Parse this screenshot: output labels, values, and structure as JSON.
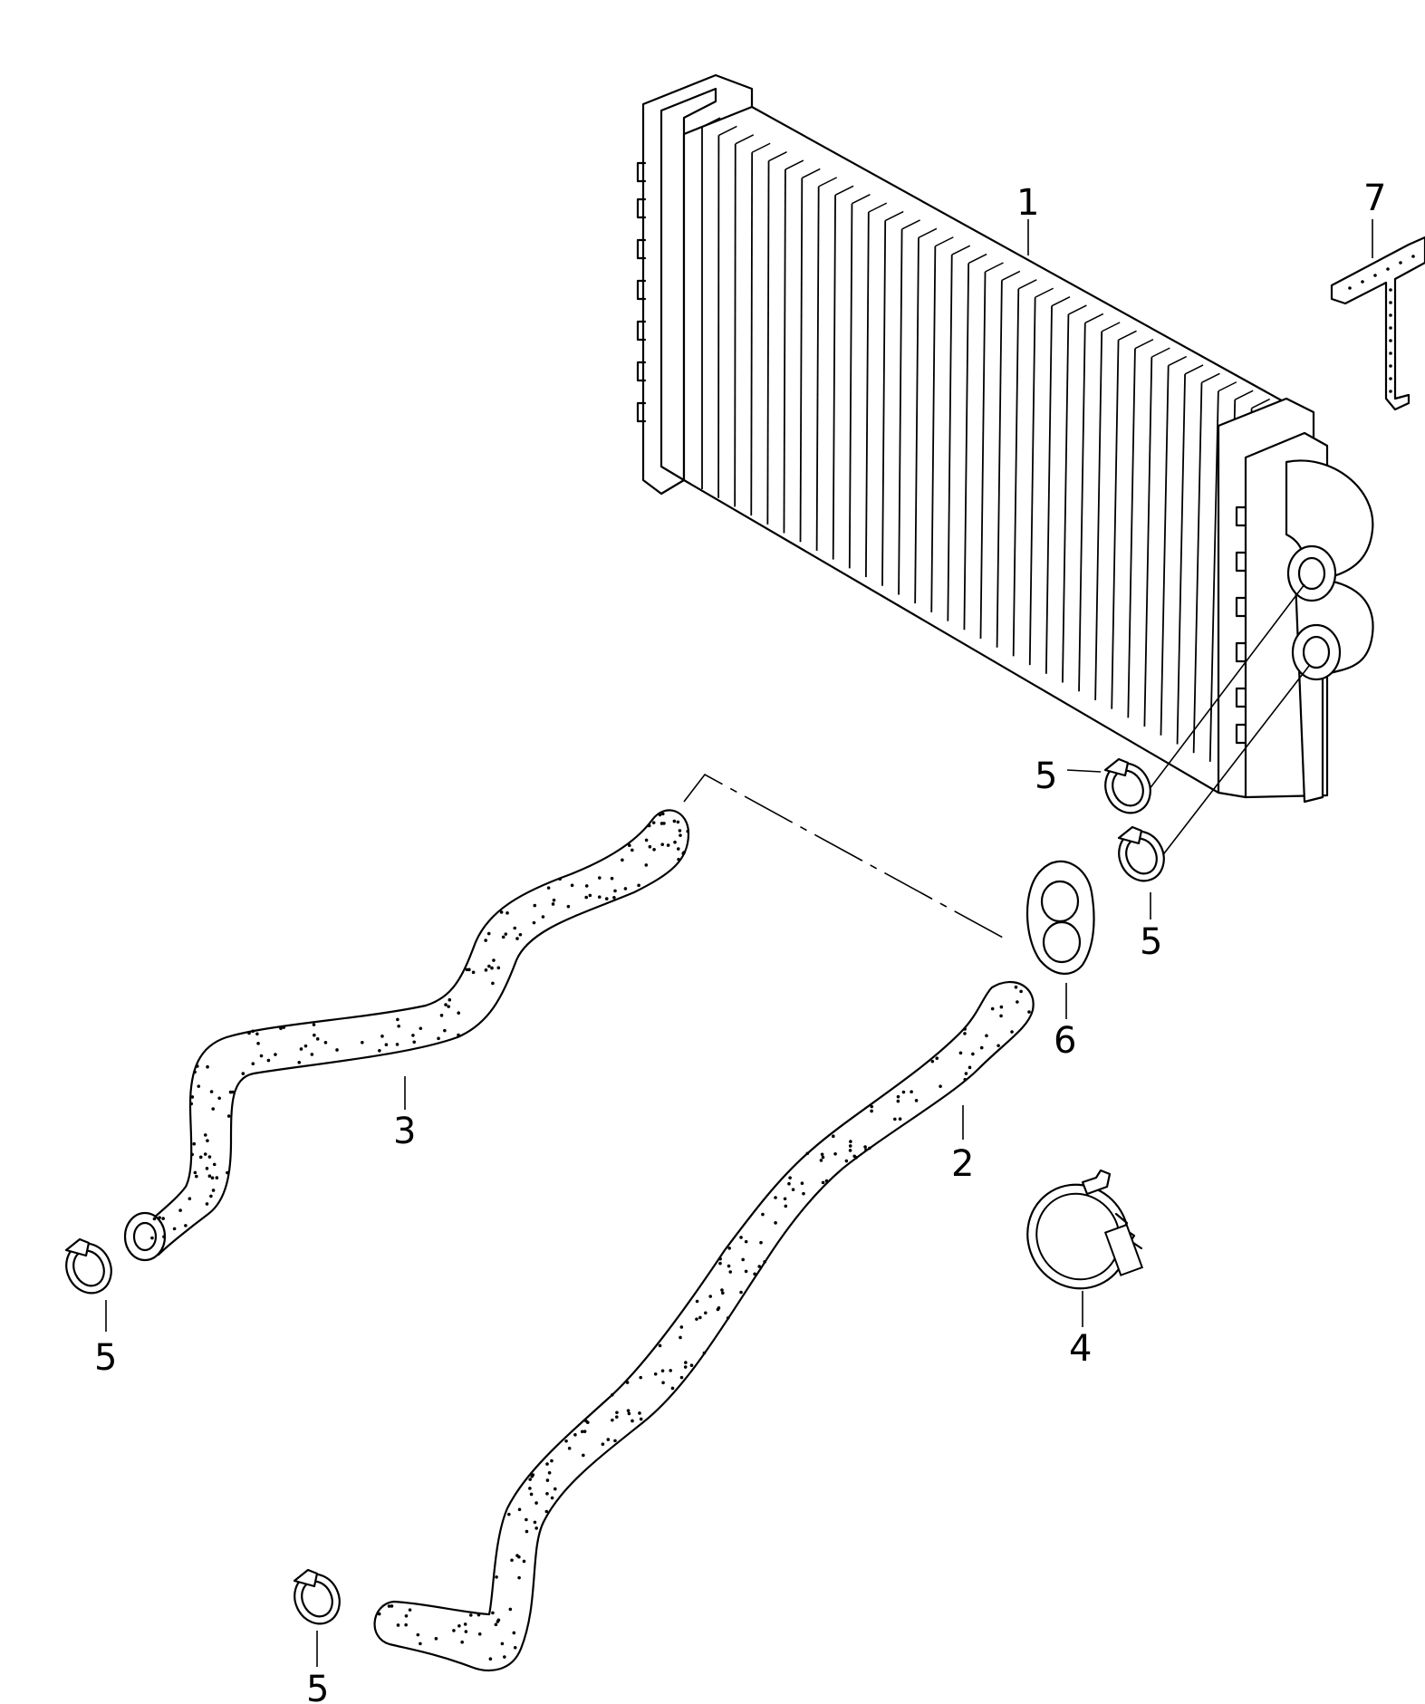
{
  "diagram": {
    "callouts": [
      {
        "id": "c1",
        "label": "1"
      },
      {
        "id": "c2",
        "label": "2"
      },
      {
        "id": "c3",
        "label": "3"
      },
      {
        "id": "c4",
        "label": "4"
      },
      {
        "id": "c5a",
        "label": "5"
      },
      {
        "id": "c5b",
        "label": "5"
      },
      {
        "id": "c5c",
        "label": "5"
      },
      {
        "id": "c5d",
        "label": "5"
      },
      {
        "id": "c6",
        "label": "6"
      },
      {
        "id": "c7",
        "label": "7"
      }
    ]
  }
}
